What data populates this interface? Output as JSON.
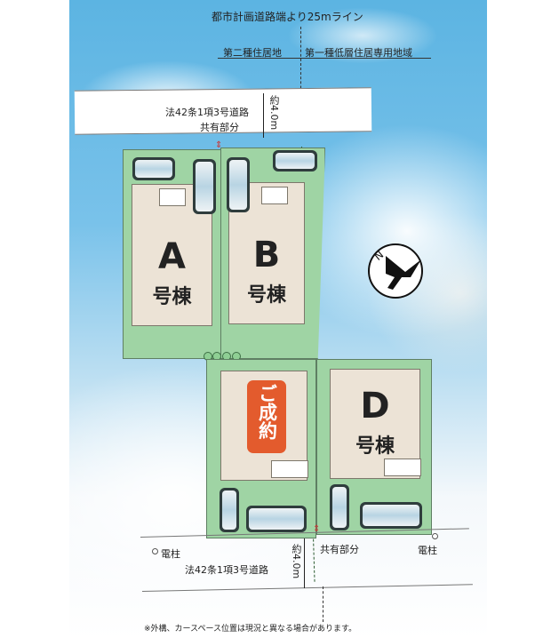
{
  "header": {
    "line_25m": "都市計画道路端より25mライン",
    "zone_left": "第二種住居地",
    "zone_right": "第一種低層住居専用地域"
  },
  "north_road": {
    "label": "法42条1項3号道路",
    "shared": "共有部分",
    "width": "約4.0m"
  },
  "south_road": {
    "label": "法42条1項3号道路",
    "shared": "共有部分",
    "width": "約4.0m",
    "pole_left": "電柱",
    "pole_right": "電柱"
  },
  "lots": [
    {
      "id": "A",
      "letter": "A",
      "suffix": "号棟",
      "status": "available"
    },
    {
      "id": "B",
      "letter": "B",
      "suffix": "号棟",
      "status": "available"
    },
    {
      "id": "C",
      "letter": "",
      "suffix": "",
      "status": "sold",
      "badge": "ご成約"
    },
    {
      "id": "D",
      "letter": "D",
      "suffix": "号棟",
      "status": "available"
    }
  ],
  "compass": {
    "label": "N",
    "icon": "north-arrow-crane"
  },
  "footnote": "※外構、カースペース位置は現況と異なる場合があります。",
  "colors": {
    "lot_green": "#9fd4a4",
    "house_beige": "#ece3d6",
    "sold_orange": "#e35b2d",
    "sky_blue": "#5cb4e2"
  }
}
